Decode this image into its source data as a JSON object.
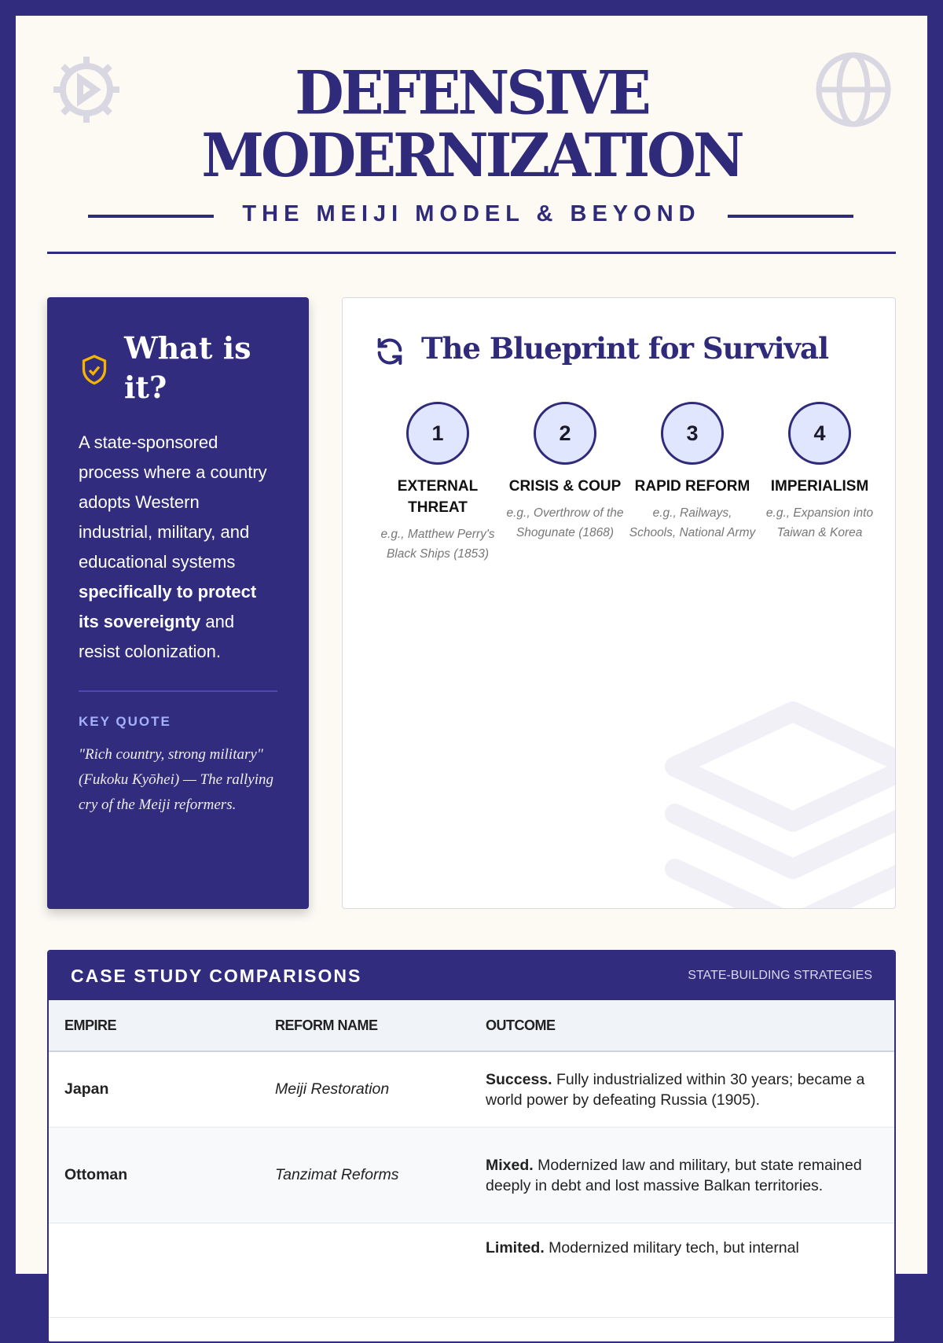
{
  "header": {
    "title_line1": "DEFENSIVE",
    "title_line2": "MODERNIZATION",
    "subtitle": "THE MEIJI MODEL & BEYOND"
  },
  "sidebar": {
    "title": "What is it?",
    "body_plain": "A state-sponsored process where a country adopts Western industrial, military, and educational systems ",
    "body_bold": "specifically to protect its sovereignty",
    "body_end": " and resist colonization.",
    "key_quote_label": "KEY QUOTE",
    "quote": "\"Rich country, strong military\" (Fukoku Kyōhei) — The rallying cry of the Meiji reformers."
  },
  "blueprint": {
    "title": "The Blueprint for Survival",
    "steps": [
      {
        "num": "1",
        "title": "EXTERNAL THREAT",
        "desc": "e.g., Matthew Perry's Black Ships (1853)"
      },
      {
        "num": "2",
        "title": "CRISIS & COUP",
        "desc": "e.g., Overthrow of the Shogunate (1868)"
      },
      {
        "num": "3",
        "title": "RAPID REFORM",
        "desc": "e.g., Railways, Schools, National Army"
      },
      {
        "num": "4",
        "title": "IMPERIALISM",
        "desc": "e.g., Expansion into Taiwan & Korea"
      }
    ]
  },
  "table": {
    "title": "CASE STUDY COMPARISONS",
    "tag": "STATE-BUILDING STRATEGIES",
    "headers": [
      "EMPIRE",
      "REFORM NAME",
      "OUTCOME"
    ],
    "rows": [
      {
        "empire": "Japan",
        "reform": "Meiji Restoration",
        "outcome_bold": "Success.",
        "outcome": " Fully industrialized within 30 years; became a world power by defeating Russia (1905)."
      },
      {
        "empire": "Ottoman",
        "reform": "Tanzimat Reforms",
        "outcome_bold": "Mixed.",
        "outcome": " Modernized law and military, but state remained deeply in debt and lost massive Balkan territories."
      },
      {
        "outcome_bold": "Limited.",
        "outcome": " Modernized military tech, but internal"
      }
    ]
  },
  "colors": {
    "primary": "#322c7e",
    "accent": "#f5b400"
  }
}
